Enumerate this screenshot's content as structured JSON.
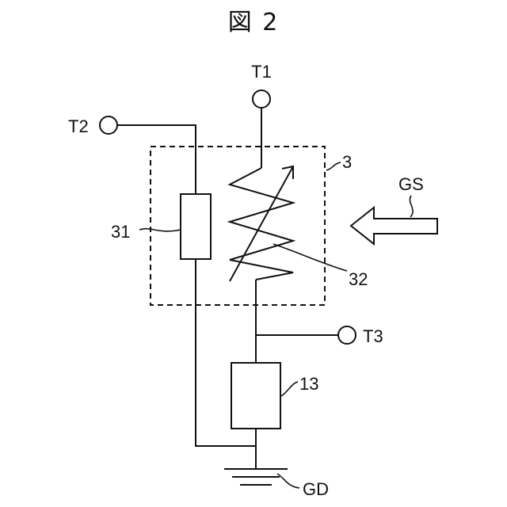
{
  "figure": {
    "title": "図 2"
  },
  "terminals": {
    "t1": "T1",
    "t2": "T2",
    "t3": "T3"
  },
  "labels": {
    "module": "3",
    "resistor_31": "31",
    "variable_resistor_32": "32",
    "resistor_13": "13",
    "gas": "GS",
    "ground": "GD"
  }
}
